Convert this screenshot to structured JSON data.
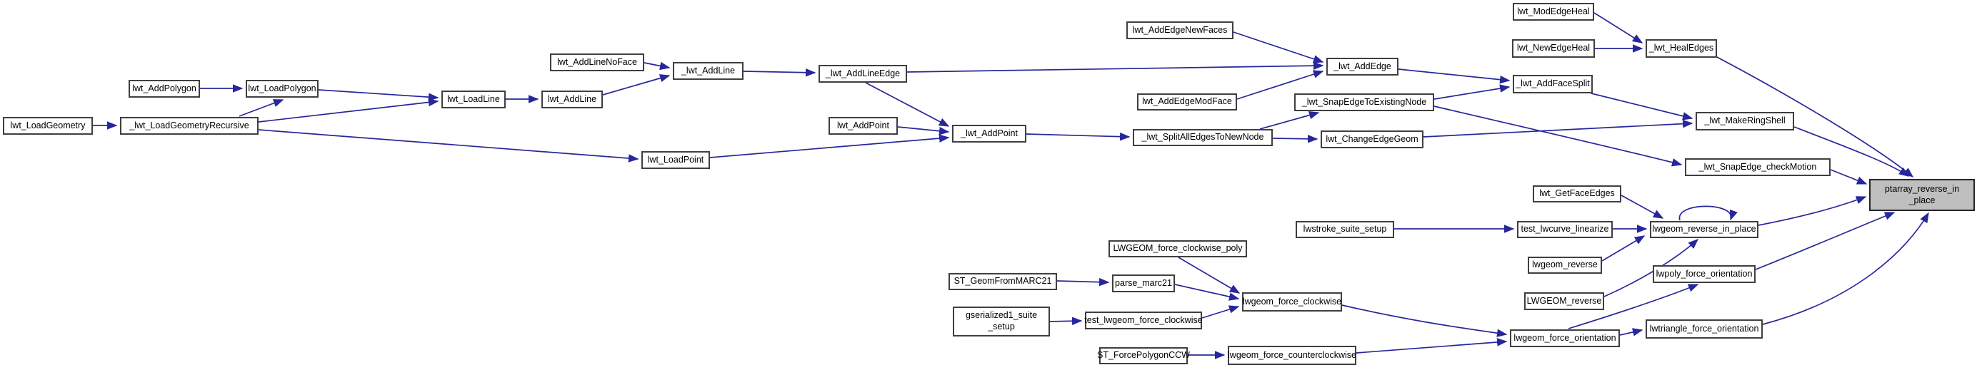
{
  "diagram": {
    "type": "caller-graph",
    "target_function": "ptarray_reverse_in_place",
    "colors": {
      "edge": "#27279b",
      "node_border": "#3f3f3f",
      "node_bg": "#ffffff",
      "highlight_bg": "#bfbfbf",
      "text": "#000000",
      "background": "#ffffff"
    },
    "nodes": {
      "lwt_LoadGeometry": "lwt_LoadGeometry",
      "_lwt_LoadGeometryRecursive": "_lwt_LoadGeometryRecursive",
      "lwt_AddPolygon": "lwt_AddPolygon",
      "lwt_LoadPolygon": "lwt_LoadPolygon",
      "lwt_LoadLine": "lwt_LoadLine",
      "lwt_AddLine": "lwt_AddLine",
      "lwt_AddLineNoFace": "lwt_AddLineNoFace",
      "_lwt_AddLine": "_lwt_AddLine",
      "_lwt_AddLineEdge": "_lwt_AddLineEdge",
      "lwt_AddPoint": "lwt_AddPoint",
      "_lwt_AddPoint": "_lwt_AddPoint",
      "lwt_LoadPoint": "lwt_LoadPoint",
      "lwt_AddEdgeNewFaces": "lwt_AddEdgeNewFaces",
      "_lwt_AddEdge": "_lwt_AddEdge",
      "lwt_AddEdgeModFace": "lwt_AddEdgeModFace",
      "_lwt_SnapEdgeToExistingNode": "_lwt_SnapEdgeToExistingNode",
      "_lwt_SplitAllEdgesToNewNode": "_lwt_SplitAllEdgesToNewNode",
      "lwt_ChangeEdgeGeom": "lwt_ChangeEdgeGeom",
      "lwt_ModEdgeHeal": "lwt_ModEdgeHeal",
      "lwt_NewEdgeHeal": "lwt_NewEdgeHeal",
      "_lwt_HealEdges": "_lwt_HealEdges",
      "_lwt_AddFaceSplit": "_lwt_AddFaceSplit",
      "_lwt_MakeRingShell": "_lwt_MakeRingShell",
      "_lwt_SnapEdge_checkMotion": "_lwt_SnapEdge_checkMotion",
      "ptarray_reverse_in_place": "ptarray_reverse_in\n_place",
      "lwt_GetFaceEdges": "lwt_GetFaceEdges",
      "lwstroke_suite_setup": "lwstroke_suite_setup",
      "test_lwcurve_linearize": "test_lwcurve_linearize",
      "lwgeom_reverse_in_place": "lwgeom_reverse_in_place",
      "lwgeom_reverse": "lwgeom_reverse",
      "LWGEOM_reverse": "LWGEOM_reverse",
      "lwpoly_force_orientation": "lwpoly_force_orientation",
      "lwgeom_force_orientation": "lwgeom_force_orientation",
      "lwtriangle_force_orientation": "lwtriangle_force_orientation",
      "LWGEOM_force_clockwise_poly": "LWGEOM_force_clockwise_poly",
      "ST_GeomFromMARC21": "ST_GeomFromMARC21",
      "parse_marc21": "parse_marc21",
      "gserialized1_suite_setup": "gserialized1_suite\n_setup",
      "test_lwgeom_force_clockwise": "test_lwgeom_force_clockwise",
      "lwgeom_force_clockwise": "lwgeom_force_clockwise",
      "ST_ForcePolygonCCW": "ST_ForcePolygonCCW",
      "lwgeom_force_counterclockwise": "lwgeom_force_counterclockwise"
    },
    "edges": [
      [
        "lwt_LoadGeometry",
        "_lwt_LoadGeometryRecursive"
      ],
      [
        "lwt_AddPolygon",
        "lwt_LoadPolygon"
      ],
      [
        "_lwt_LoadGeometryRecursive",
        "lwt_LoadPolygon"
      ],
      [
        "lwt_LoadPolygon",
        "lwt_LoadLine"
      ],
      [
        "_lwt_LoadGeometryRecursive",
        "lwt_LoadLine"
      ],
      [
        "_lwt_LoadGeometryRecursive",
        "lwt_LoadPoint"
      ],
      [
        "lwt_LoadLine",
        "lwt_AddLine"
      ],
      [
        "lwt_AddLine",
        "_lwt_AddLine"
      ],
      [
        "lwt_AddLineNoFace",
        "_lwt_AddLine"
      ],
      [
        "_lwt_AddLine",
        "_lwt_AddLineEdge"
      ],
      [
        "_lwt_AddLineEdge",
        "_lwt_AddEdge"
      ],
      [
        "_lwt_AddLineEdge",
        "_lwt_AddPoint"
      ],
      [
        "lwt_AddEdgeNewFaces",
        "_lwt_AddEdge"
      ],
      [
        "lwt_AddEdgeModFace",
        "_lwt_AddEdge"
      ],
      [
        "_lwt_AddEdge",
        "_lwt_AddFaceSplit"
      ],
      [
        "_lwt_SnapEdgeToExistingNode",
        "_lwt_AddFaceSplit"
      ],
      [
        "_lwt_SnapEdgeToExistingNode",
        "_lwt_SnapEdge_checkMotion"
      ],
      [
        "_lwt_SplitAllEdgesToNewNode",
        "_lwt_SnapEdgeToExistingNode"
      ],
      [
        "_lwt_SplitAllEdgesToNewNode",
        "lwt_ChangeEdgeGeom"
      ],
      [
        "lwt_ChangeEdgeGeom",
        "_lwt_MakeRingShell"
      ],
      [
        "_lwt_AddFaceSplit",
        "_lwt_MakeRingShell"
      ],
      [
        "lwt_AddPoint",
        "_lwt_AddPoint"
      ],
      [
        "lwt_LoadPoint",
        "_lwt_AddPoint"
      ],
      [
        "_lwt_AddPoint",
        "_lwt_SplitAllEdgesToNewNode"
      ],
      [
        "lwt_ModEdgeHeal",
        "_lwt_HealEdges"
      ],
      [
        "lwt_NewEdgeHeal",
        "_lwt_HealEdges"
      ],
      [
        "_lwt_HealEdges",
        "ptarray_reverse_in_place"
      ],
      [
        "_lwt_MakeRingShell",
        "ptarray_reverse_in_place"
      ],
      [
        "_lwt_SnapEdge_checkMotion",
        "ptarray_reverse_in_place"
      ],
      [
        "lwgeom_reverse_in_place",
        "ptarray_reverse_in_place"
      ],
      [
        "lwgeom_reverse_in_place",
        "lwgeom_reverse_in_place"
      ],
      [
        "lwt_GetFaceEdges",
        "lwgeom_reverse_in_place"
      ],
      [
        "lwstroke_suite_setup",
        "test_lwcurve_linearize"
      ],
      [
        "test_lwcurve_linearize",
        "lwgeom_reverse_in_place"
      ],
      [
        "lwgeom_reverse",
        "lwgeom_reverse_in_place"
      ],
      [
        "LWGEOM_reverse",
        "lwgeom_reverse_in_place"
      ],
      [
        "lwpoly_force_orientation",
        "ptarray_reverse_in_place"
      ],
      [
        "lwtriangle_force_orientation",
        "ptarray_reverse_in_place"
      ],
      [
        "lwgeom_force_orientation",
        "lwpoly_force_orientation"
      ],
      [
        "lwgeom_force_orientation",
        "lwtriangle_force_orientation"
      ],
      [
        "lwgeom_force_clockwise",
        "lwgeom_force_orientation"
      ],
      [
        "lwgeom_force_counterclockwise",
        "lwgeom_force_orientation"
      ],
      [
        "LWGEOM_force_clockwise_poly",
        "lwgeom_force_clockwise"
      ],
      [
        "ST_GeomFromMARC21",
        "parse_marc21"
      ],
      [
        "parse_marc21",
        "lwgeom_force_clockwise"
      ],
      [
        "gserialized1_suite_setup",
        "test_lwgeom_force_clockwise"
      ],
      [
        "test_lwgeom_force_clockwise",
        "lwgeom_force_clockwise"
      ],
      [
        "ST_ForcePolygonCCW",
        "lwgeom_force_counterclockwise"
      ]
    ]
  }
}
